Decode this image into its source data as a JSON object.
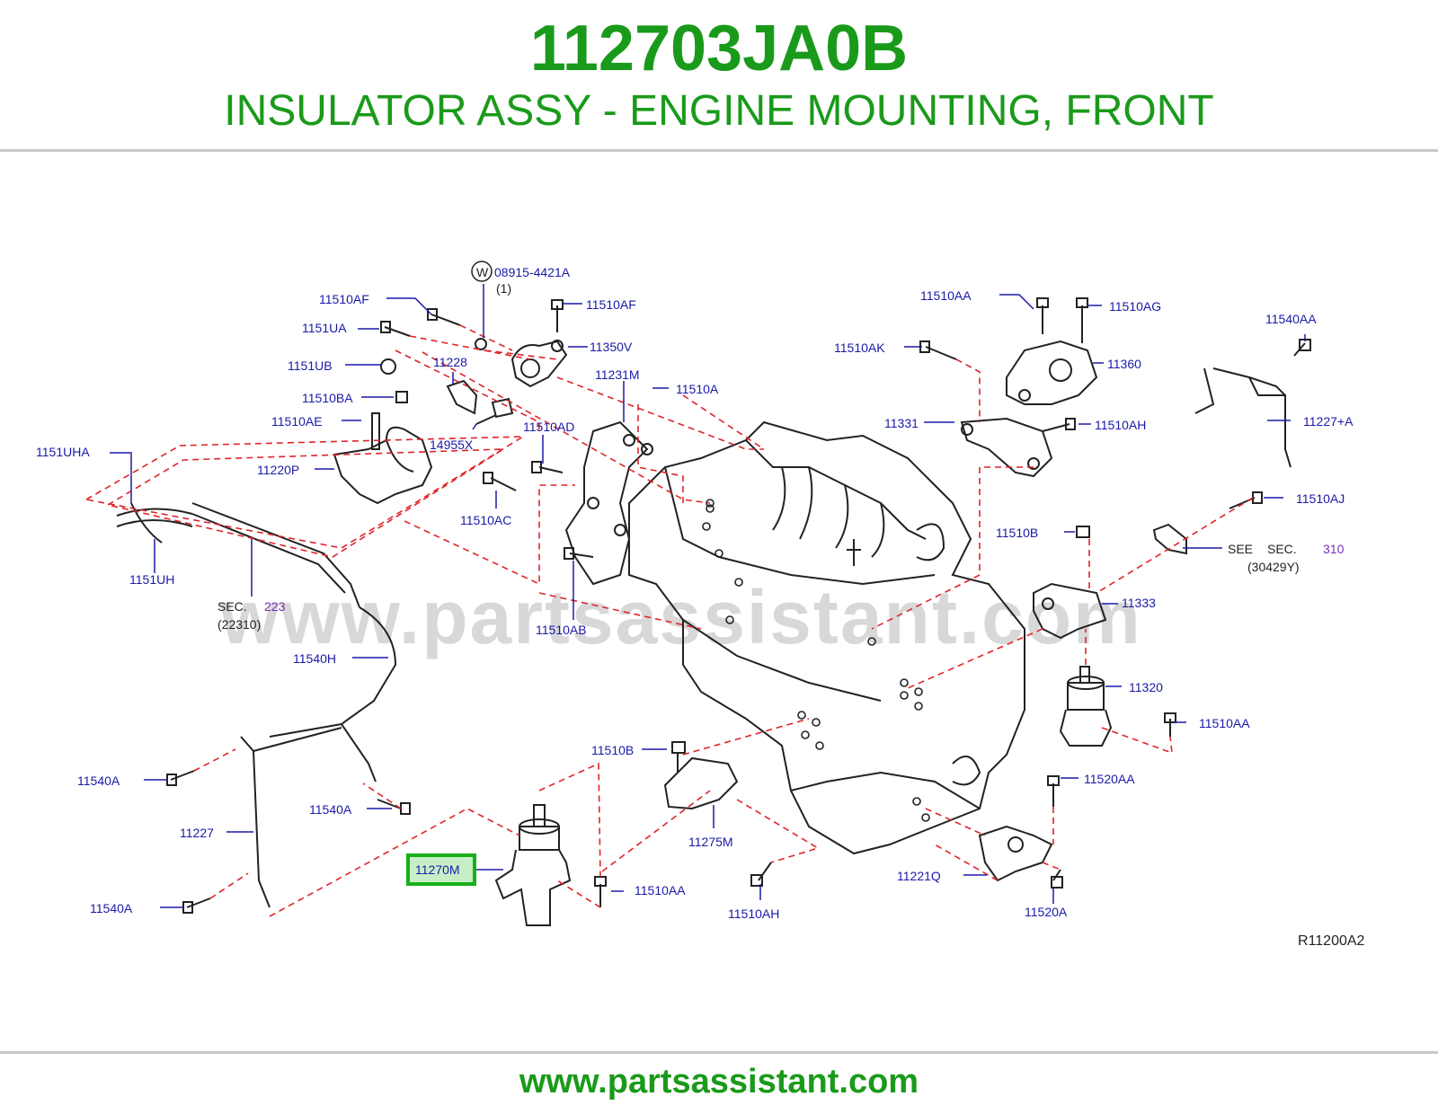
{
  "header": {
    "part_number": "112703JA0B",
    "part_name": "INSULATOR ASSY - ENGINE MOUNTING, FRONT"
  },
  "diagram": {
    "watermark": "www.partsassistant.com",
    "reference_code": "R11200A2",
    "highlighted_part": "11270M",
    "washer_symbol": "W",
    "labels": {
      "p08915": "08915-4421A",
      "p08915_qty": "(1)",
      "p11510AF_l": "11510AF",
      "p11510AF_r": "11510AF",
      "p1151UA": "1151UA",
      "p11350V": "11350V",
      "p1151UB": "1151UB",
      "p11228": "11228",
      "p11231M": "11231M",
      "p11510A": "11510A",
      "p11510BA": "11510BA",
      "p11510AE": "11510AE",
      "p14955X": "14955X",
      "p11510AD": "11510AD",
      "p1151UHA": "1151UHA",
      "p11220P": "11220P",
      "p11510AC": "11510AC",
      "p1151UH": "1151UH",
      "p_sec223": "SEC.",
      "p_sec223_num": "223",
      "p_sec223_sub": "(22310)",
      "p11510AB": "11510AB",
      "p11540H": "11540H",
      "p11540A_1": "11540A",
      "p11540A_2": "11540A",
      "p11540A_3": "11540A",
      "p11227": "11227",
      "p11270M": "11270M",
      "p11510B_b": "11510B",
      "p11275M": "11275M",
      "p11510AA_b": "11510AA",
      "p11510AH_b": "11510AH",
      "p11510AA_t": "11510AA",
      "p11510AG": "11510AG",
      "p11510AK": "11510AK",
      "p11360": "11360",
      "p11331": "11331",
      "p11510AH_t": "11510AH",
      "p11540AA": "11540AA",
      "p11227A": "11227+A",
      "p11510AJ": "11510AJ",
      "p11510B_r": "11510B",
      "p_see": "SEE",
      "p_sec310": "SEC.",
      "p_sec310_num": "310",
      "p_sec310_sub": "(30429Y)",
      "p11333": "11333",
      "p11320": "11320",
      "p11510AA_r": "11510AA",
      "p11520AA": "11520AA",
      "p11221Q": "11221Q",
      "p11520A": "11520A"
    }
  },
  "colors": {
    "title_green": "#1a9a1a",
    "label_blue": "#1a1aa8",
    "leader_red": "#e0242a",
    "section_purple": "#7b2fb3",
    "highlight_green": "#18b018"
  },
  "footer": {
    "url": "www.partsassistant.com"
  }
}
